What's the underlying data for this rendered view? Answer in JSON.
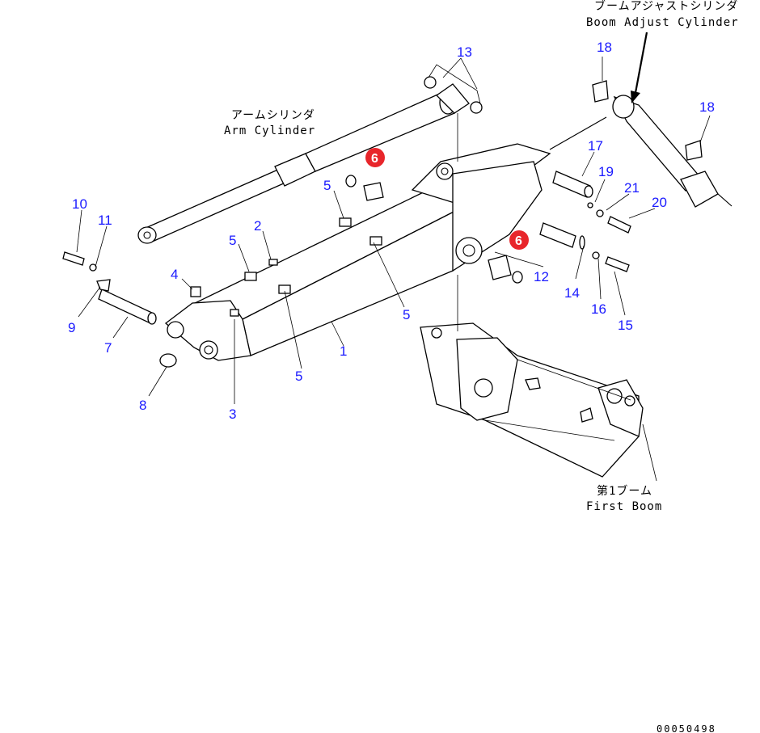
{
  "callouts": [
    {
      "id": "n13",
      "text": "13"
    },
    {
      "id": "n18a",
      "text": "18"
    },
    {
      "id": "n18b",
      "text": "18"
    },
    {
      "id": "n17",
      "text": "17"
    },
    {
      "id": "n19",
      "text": "19"
    },
    {
      "id": "n21",
      "text": "21"
    },
    {
      "id": "n20",
      "text": "20"
    },
    {
      "id": "n6a",
      "text": "6"
    },
    {
      "id": "n6b",
      "text": "6"
    },
    {
      "id": "n5a",
      "text": "5"
    },
    {
      "id": "n5b",
      "text": "5"
    },
    {
      "id": "n5c",
      "text": "5"
    },
    {
      "id": "n5d",
      "text": "5"
    },
    {
      "id": "n2",
      "text": "2"
    },
    {
      "id": "n10",
      "text": "10"
    },
    {
      "id": "n11",
      "text": "11"
    },
    {
      "id": "n4",
      "text": "4"
    },
    {
      "id": "n9",
      "text": "9"
    },
    {
      "id": "n7",
      "text": "7"
    },
    {
      "id": "n8",
      "text": "8"
    },
    {
      "id": "n3",
      "text": "3"
    },
    {
      "id": "n1",
      "text": "1"
    },
    {
      "id": "n12",
      "text": "12"
    },
    {
      "id": "n14",
      "text": "14"
    },
    {
      "id": "n16",
      "text": "16"
    },
    {
      "id": "n15",
      "text": "15"
    }
  ],
  "captions": {
    "boom_adjust_jp": "ブームアジャストシリンダ",
    "boom_adjust_en": "Boom Adjust Cylinder",
    "arm_cylinder_jp": "アームシリンダ",
    "arm_cylinder_en": "Arm Cylinder",
    "first_boom_jp": "第1ブーム",
    "first_boom_en": "First Boom"
  },
  "drawing_code": "00050498",
  "colors": {
    "callout_blue": "#1a1aff",
    "highlight_red": "#e8262b",
    "line_black": "#000000"
  }
}
